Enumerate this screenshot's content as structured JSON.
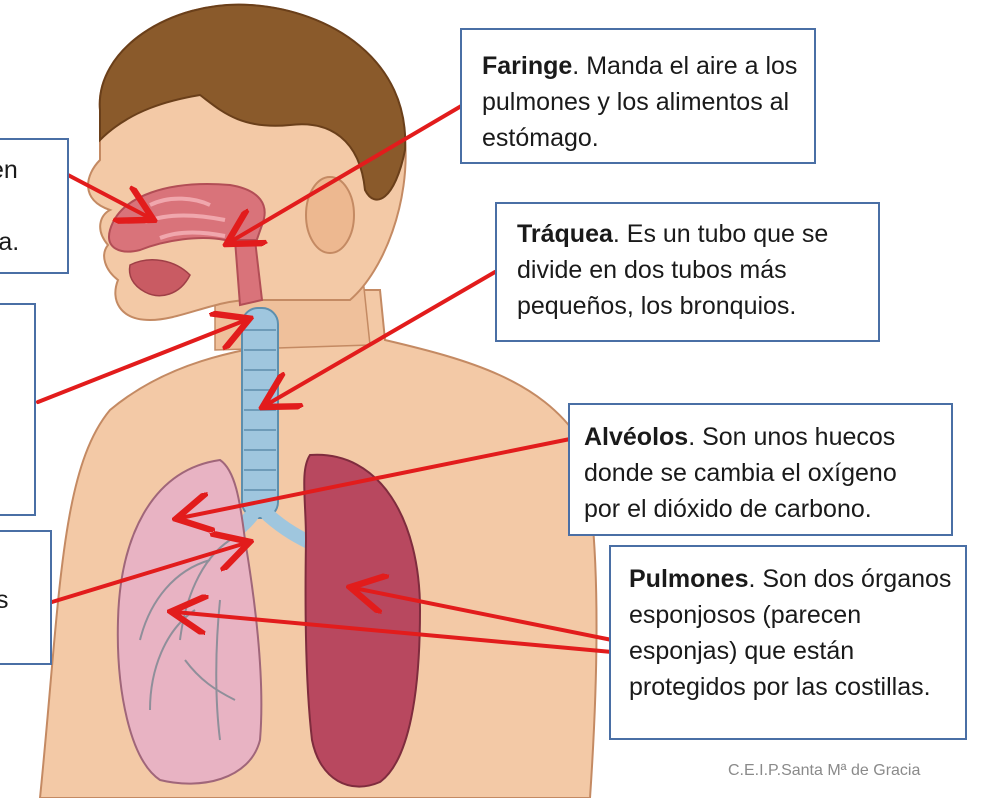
{
  "labels": {
    "faringe": {
      "term": "Faringe",
      "text": ". Manda el aire a los pulmones y los alimentos al estómago."
    },
    "traquea": {
      "term": "Tráquea",
      "text": ". Es un tubo que se divide en dos tubos más pequeños, los bronquios."
    },
    "alveolos": {
      "term": "Alvéolos",
      "text": ". Son unos huecos donde se cambia el oxígeno por el dióxido de carbono."
    },
    "pulmones": {
      "term": "Pulmones",
      "text": ". Son dos órganos esponjosos (parecen esponjas) que están protegidos por las costillas."
    },
    "nasal_clipped": {
      "line1": "en",
      "line2": "",
      "line3": "ra."
    },
    "bronquios_clipped": {
      "text": "s"
    },
    "laringe_clipped": {
      "text": ""
    }
  },
  "credit": "C.E.I.P.Santa Mª de Gracia",
  "colors": {
    "box_border": "#4a6fa5",
    "arrow": "#e21c1c",
    "skin": "#f3c9a6",
    "hair": "#8a5a2b",
    "airway": "#d9737a",
    "trachea": "#9fc6de",
    "lung_left": "#e8b3c3",
    "lung_right": "#b8485f"
  }
}
